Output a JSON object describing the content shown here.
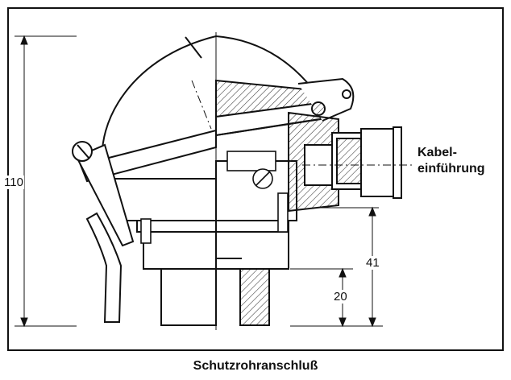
{
  "dimensions": {
    "total_height": "110",
    "cable_height": "41",
    "thread_height": "20"
  },
  "labels": {
    "cable_entry_line1": "Kabel-",
    "cable_entry_line2": "einführung",
    "protection_tube": "Schutzrohranschluß"
  },
  "colors": {
    "line": "#111111",
    "hatch": "#333333",
    "background": "#ffffff"
  }
}
